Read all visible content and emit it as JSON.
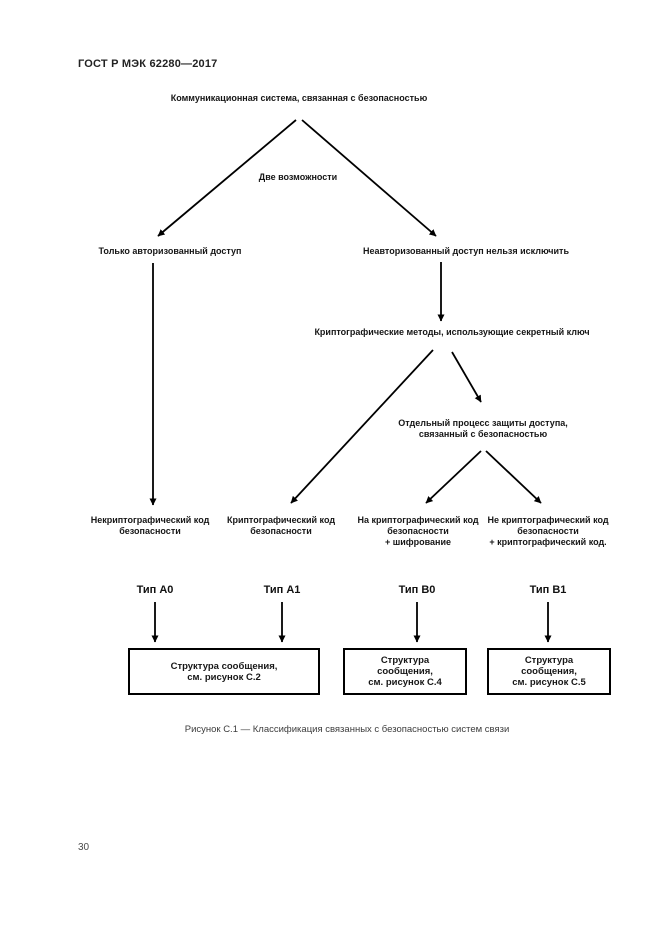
{
  "page": {
    "header": "ГОСТ Р МЭК 62280—2017",
    "caption": "Рисунок С.1 — Классификация связанных с безопасностью систем связи",
    "page_number": "30"
  },
  "colors": {
    "diagram_ink": "#000000"
  },
  "diagram": {
    "root": "Коммуникационная система, связанная с безопасностью",
    "branch_label": "Две возможности",
    "left_branch": "Только авторизованный доступ",
    "right_branch": "Неавторизованный доступ нельзя исключить",
    "crypto_methods": "Криптографические методы, использующие секретный ключ",
    "separate_process": [
      "Отдельный процесс защиты доступа,",
      "связанный с безопасностью"
    ],
    "leaves": [
      {
        "lines": [
          "Некриптографический код",
          "безопасности"
        ]
      },
      {
        "lines": [
          "Криптографический код",
          "безопасности"
        ]
      },
      {
        "lines": [
          "На криптографический код",
          "безопасности",
          "+ шифрование"
        ]
      },
      {
        "lines": [
          "Не криптографический код",
          "безопасности",
          "+ криптографический код."
        ]
      }
    ],
    "types": [
      "Тип А0",
      "Тип А1",
      "Тип В0",
      "Тип В1"
    ],
    "boxes": [
      {
        "lines": [
          "Структура сообщения,",
          "см. рисунок С.2"
        ]
      },
      {
        "lines": [
          "Структура",
          "сообщения,",
          "см. рисунок С.4"
        ]
      },
      {
        "lines": [
          "Структура",
          "сообщения,",
          "см. рисунок С.5"
        ]
      }
    ]
  }
}
